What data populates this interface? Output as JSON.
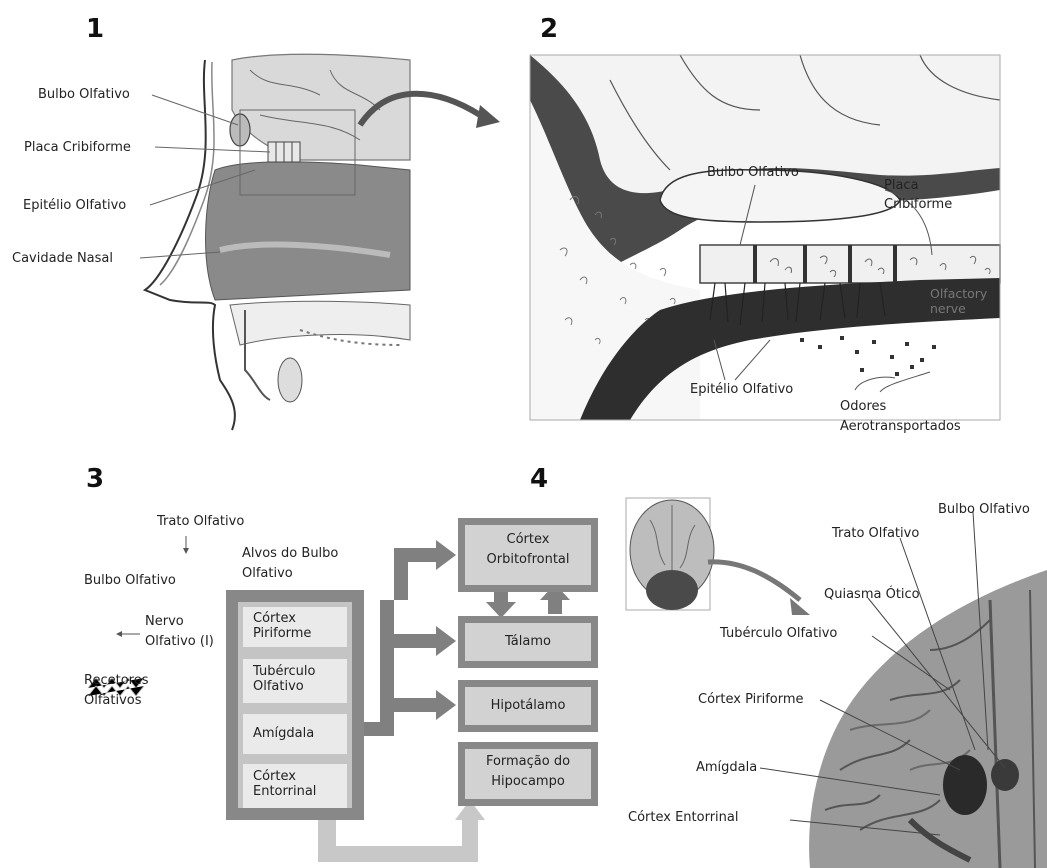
{
  "panels": {
    "p1": {
      "number": "1",
      "labels": {
        "bulbo": "Bulbo Olfativo",
        "placa": "Placa Cribiforme",
        "epitelio": "Epitélio Olfativo",
        "cavidade": "Cavidade Nasal"
      }
    },
    "p2": {
      "number": "2",
      "labels": {
        "bulbo": "Bulbo Olfativo",
        "placa_1": "Placa",
        "placa_2": "Cribiforme",
        "olfactory_1": "Olfactory",
        "olfactory_2": "nerve",
        "epitelio": "Epitélio Olfativo",
        "odores_1": "Odores",
        "odores_2": "Aerotransportados"
      }
    },
    "p3": {
      "number": "3",
      "labels": {
        "trato": "Trato Olfativo",
        "bulbo": "Bulbo Olfativo",
        "alvos_1": "Alvos do Bulbo",
        "alvos_2": "Olfativo",
        "nervo_1": "Nervo",
        "nervo_2": "Olfativo (I)",
        "recetores_1": "Recetores",
        "recetores_2": "Olfativos"
      },
      "targets": [
        {
          "l1": "Córtex",
          "l2": "Piriforme"
        },
        {
          "l1": "Tubérculo",
          "l2": "Olfativo"
        },
        {
          "l1": "Amígdala",
          "l2": ""
        },
        {
          "l1": "Córtex",
          "l2": "Entorrinal"
        }
      ],
      "outputs": {
        "orbito_1": "Córtex",
        "orbito_2": "Orbitofrontal",
        "talamo": "Tálamo",
        "hipotalamo": "Hipotálamo",
        "hipo_1": "Formação do",
        "hipo_2": "Hipocampo"
      }
    },
    "p4": {
      "number": "4",
      "labels": {
        "bulbo": "Bulbo Olfativo",
        "trato": "Trato Olfativo",
        "quiasma": "Quiasma Ótico",
        "tuberculo": "Tubérculo Olfativo",
        "piriforme": "Córtex Piriforme",
        "amigdala": "Amígdala",
        "entorrinal": "Córtex Entorrinal"
      }
    }
  }
}
